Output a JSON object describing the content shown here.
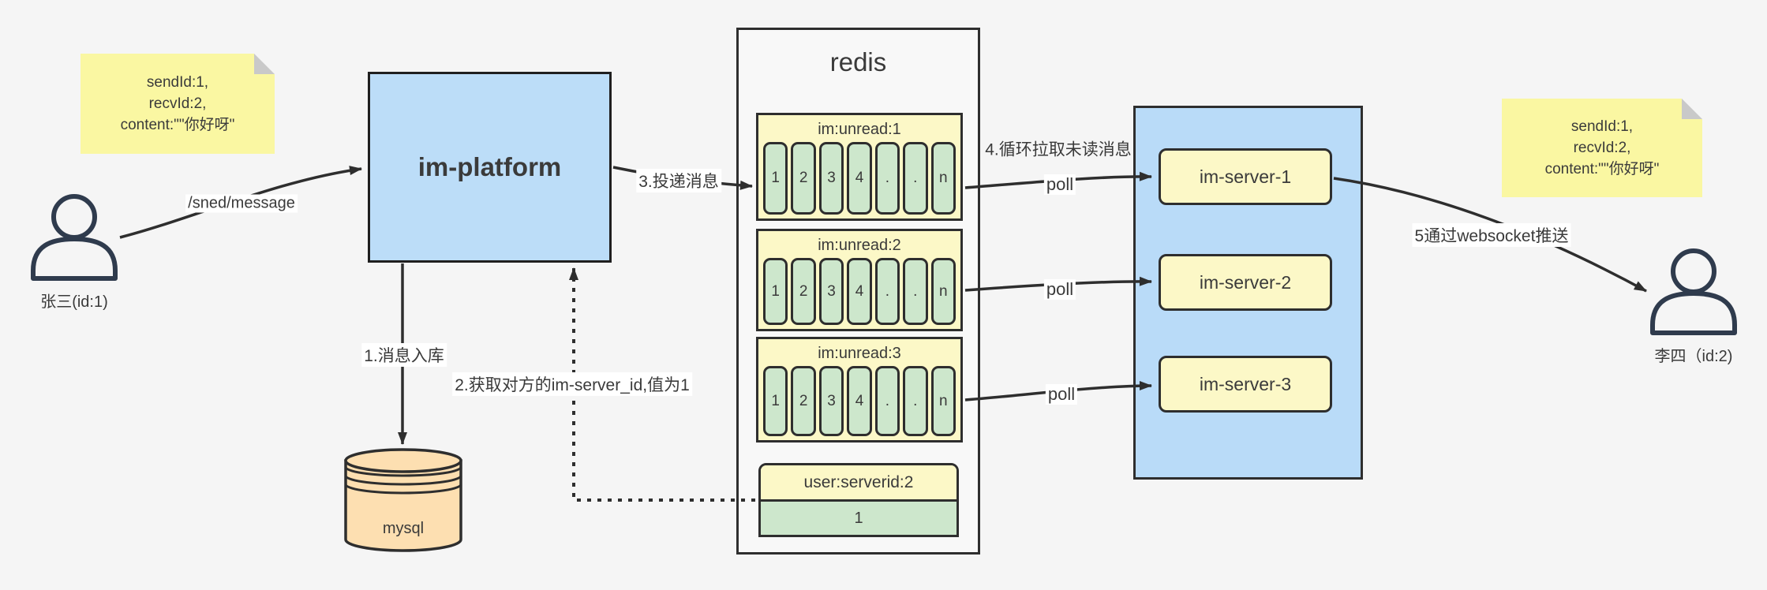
{
  "diagram": {
    "notes": {
      "left": {
        "lines": [
          "sendId:1,",
          "recvId:2,",
          "content:\"\"你好呀\""
        ]
      },
      "right": {
        "lines": [
          "sendId:1,",
          "recvId:2,",
          "content:\"\"你好呀\""
        ]
      }
    },
    "sender": {
      "label": "张三(id:1)"
    },
    "receiver": {
      "label": "李四（id:2)"
    },
    "platform": {
      "label": "im-platform"
    },
    "db": {
      "label": "mysql"
    },
    "redis": {
      "title": "redis",
      "queues": [
        {
          "name": "im:unread:1",
          "cells": [
            "1",
            "2",
            "3",
            "4",
            ".",
            ".",
            "n"
          ]
        },
        {
          "name": "im:unread:2",
          "cells": [
            "1",
            "2",
            "3",
            "4",
            ".",
            ".",
            "n"
          ]
        },
        {
          "name": "im:unread:3",
          "cells": [
            "1",
            "2",
            "3",
            "4",
            ".",
            ".",
            "n"
          ]
        }
      ],
      "kv": {
        "key": "user:serverid:2",
        "value": "1"
      }
    },
    "servers": {
      "items": [
        {
          "label": "im-server-1"
        },
        {
          "label": "im-server-2"
        },
        {
          "label": "im-server-3"
        }
      ]
    },
    "edges": {
      "send": "/sned/message",
      "step1": "1.消息入库",
      "step2": "2.获取对方的im-server_id,值为1",
      "step3": "3.投递消息",
      "step4": "4.循环拉取未读消息",
      "poll1": "poll",
      "poll2": "poll",
      "poll3": "poll",
      "step5": "5通过websocket推送"
    },
    "colors": {
      "background": "#f5f5f5",
      "note_yellow": "#faf7a2",
      "box_yellow": "#fcf8c7",
      "cell_green": "#cde7cc",
      "blue": "#bcddf8",
      "mysql_orange": "#fddfb1",
      "stroke": "#2e2e2e",
      "person": "#2f3b4d"
    }
  }
}
